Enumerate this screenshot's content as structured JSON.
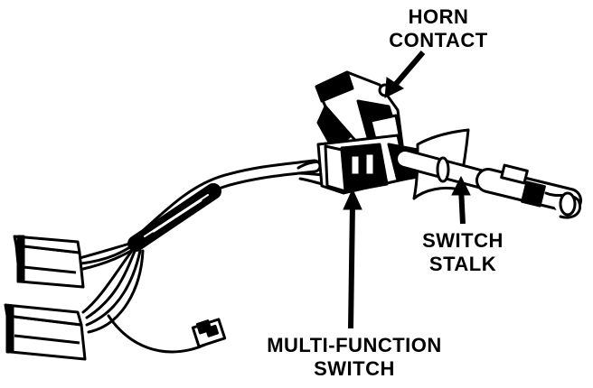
{
  "labels": {
    "horn_contact": [
      "HORN",
      "CONTACT"
    ],
    "switch_stalk": [
      "SWITCH",
      "STALK"
    ],
    "multi_function_switch": [
      "MULTI-FUNCTION",
      "SWITCH"
    ]
  },
  "colors": {
    "ink": "#000000",
    "paper": "#ffffff"
  }
}
